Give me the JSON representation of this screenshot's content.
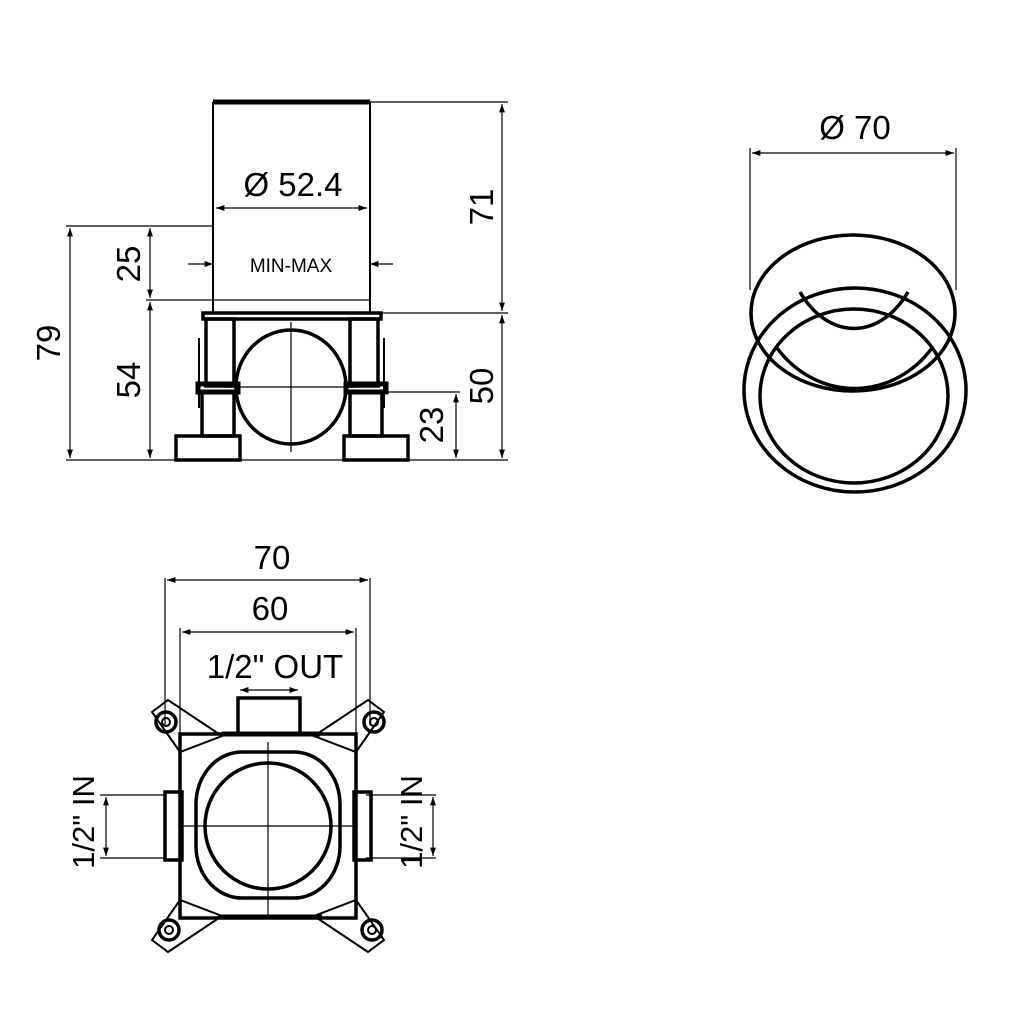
{
  "side_view": {
    "dia_sleeve": "Ø 52.4",
    "min_max": "MIN-MAX",
    "dim_71": "71",
    "dim_25": "25",
    "dim_79": "79",
    "dim_54": "54",
    "dim_50": "50",
    "dim_23": "23"
  },
  "round_view": {
    "dia": "Ø 70"
  },
  "top_view": {
    "dim_70": "70",
    "dim_60": "60",
    "out_label": "1/2\" OUT",
    "in_left": "1/2\" IN",
    "in_right": "1/2\" IN"
  }
}
